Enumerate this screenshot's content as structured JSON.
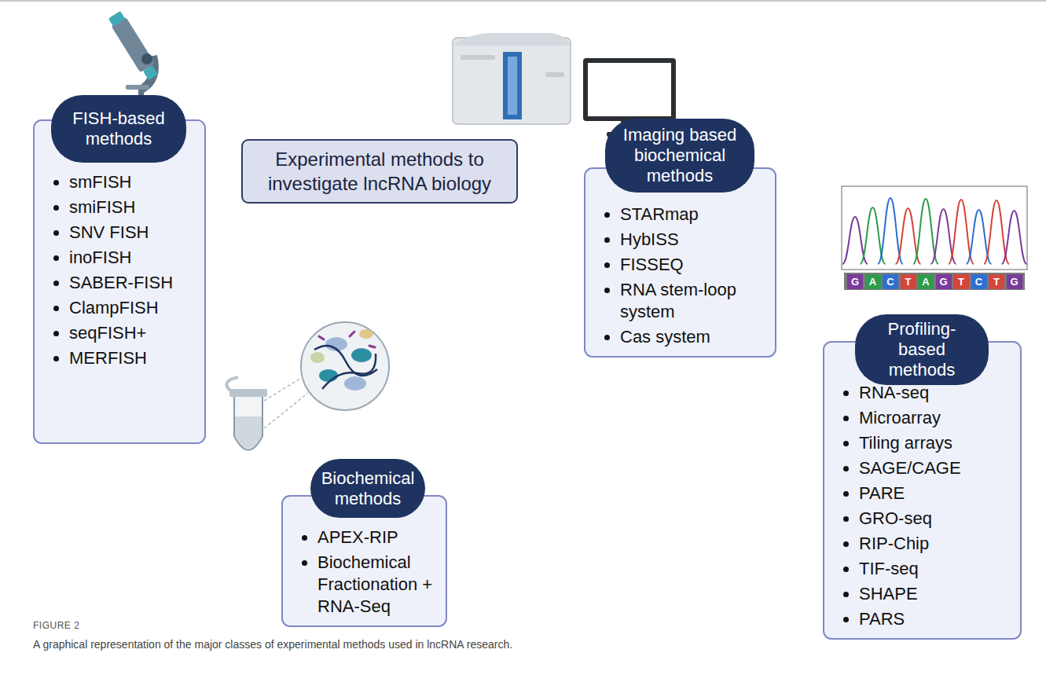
{
  "diagram": {
    "caption": "A graphical representation of the major classes of experimental methods used in lncRNA research.",
    "nodes": [
      {
        "text": [
          "Experimental methods to investigate lncRNA biology"
        ]
      },
      {
        "text": [
          "smFISH",
          "smiFISH",
          "SNV FISH",
          "inoFISH",
          "SABER-FISH",
          "ClampFISH",
          "seqFISH+",
          "MERFISH"
        ]
      },
      {
        "text": [
          "FISH-based methods"
        ],
        "in": 1
      },
      {
        "text": [
          "APEX-RIP",
          "Biochemical Fractionation + RNA-Seq"
        ]
      },
      {
        "text": [
          "Biochemical methods"
        ],
        "in": 3
      },
      {
        "text": [
          "STARmap",
          "HybISS",
          "FISSEQ",
          "RNA stem-loop system",
          "Cas system"
        ]
      },
      {
        "text": [
          "Imaging based biochemical methods"
        ],
        "in": 5
      },
      {
        "text": [
          "RNA-seq",
          "Microarray",
          "Tiling arrays",
          "SAGE/CAGE",
          "PARE",
          "GRO-seq",
          "RIP-Chip",
          "TIF-seq",
          "SHAPE",
          "PARS"
        ]
      },
      {
        "text": [
          "Profiling-based methods"
        ],
        "in": 7
      }
    ],
    "labels": [
      "FIGURE 2",
      "G",
      "A",
      "C",
      "T",
      "A",
      "G",
      "T",
      "C",
      "T",
      "G"
    ]
  }
}
